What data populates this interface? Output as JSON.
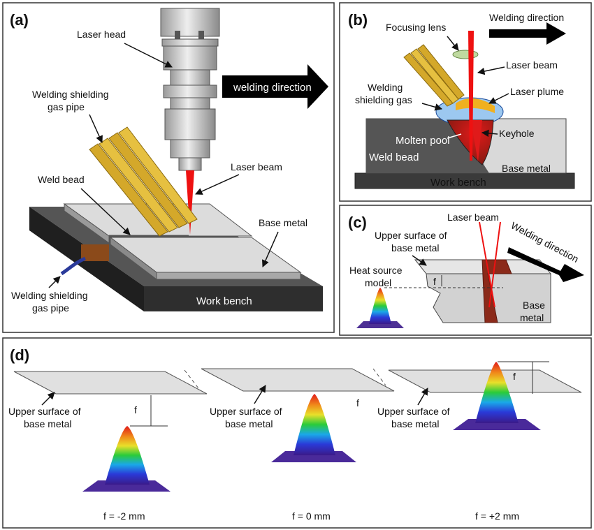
{
  "panels": {
    "a": {
      "tag": "(a)",
      "laser_head": "Laser head",
      "welding_direction": "welding direction",
      "gas_pipe_top_1": "Welding shielding",
      "gas_pipe_top_2": "gas pipe",
      "laser_beam": "Laser beam",
      "weld_bead": "Weld bead",
      "base_metal": "Base metal",
      "gas_pipe_bottom_1": "Welding shielding",
      "gas_pipe_bottom_2": "gas pipe",
      "work_bench": "Work bench"
    },
    "b": {
      "tag": "(b)",
      "welding_direction": "Welding direction",
      "focusing_lens": "Focusing lens",
      "laser_beam": "Laser beam",
      "laser_plume": "Laser plume",
      "shielding_gas_1": "Welding",
      "shielding_gas_2": "shielding gas",
      "molten_pool": "Molten pool",
      "keyhole": "Keyhole",
      "weld_bead": "Weld bead",
      "base_metal": "Base metal",
      "work_bench": "Work bench"
    },
    "c": {
      "tag": "(c)",
      "laser_beam": "Laser beam",
      "upper_surface_1": "Upper surface of",
      "upper_surface_2": "base metal",
      "welding_direction": "Welding direction",
      "heat_source_1": "Heat source",
      "heat_source_2": "model",
      "f_symbol": "f",
      "base_1": "Base",
      "base_2": "metal"
    },
    "d": {
      "tag": "(d)",
      "f_symbol": "f",
      "upper_surface_1": "Upper surface of",
      "upper_surface_2": "base metal",
      "captions": [
        "f = -2 mm",
        "f = 0 mm",
        "f = +2 mm"
      ]
    }
  },
  "colors": {
    "beam": "#ee1111",
    "brass": "#d4a82a",
    "bench": "#3a3a3a",
    "metal": "#d9d9d9",
    "bead": "#8b2a1a",
    "gas_cloud": "#9cc8f0",
    "lens": "#bfd9a0"
  }
}
